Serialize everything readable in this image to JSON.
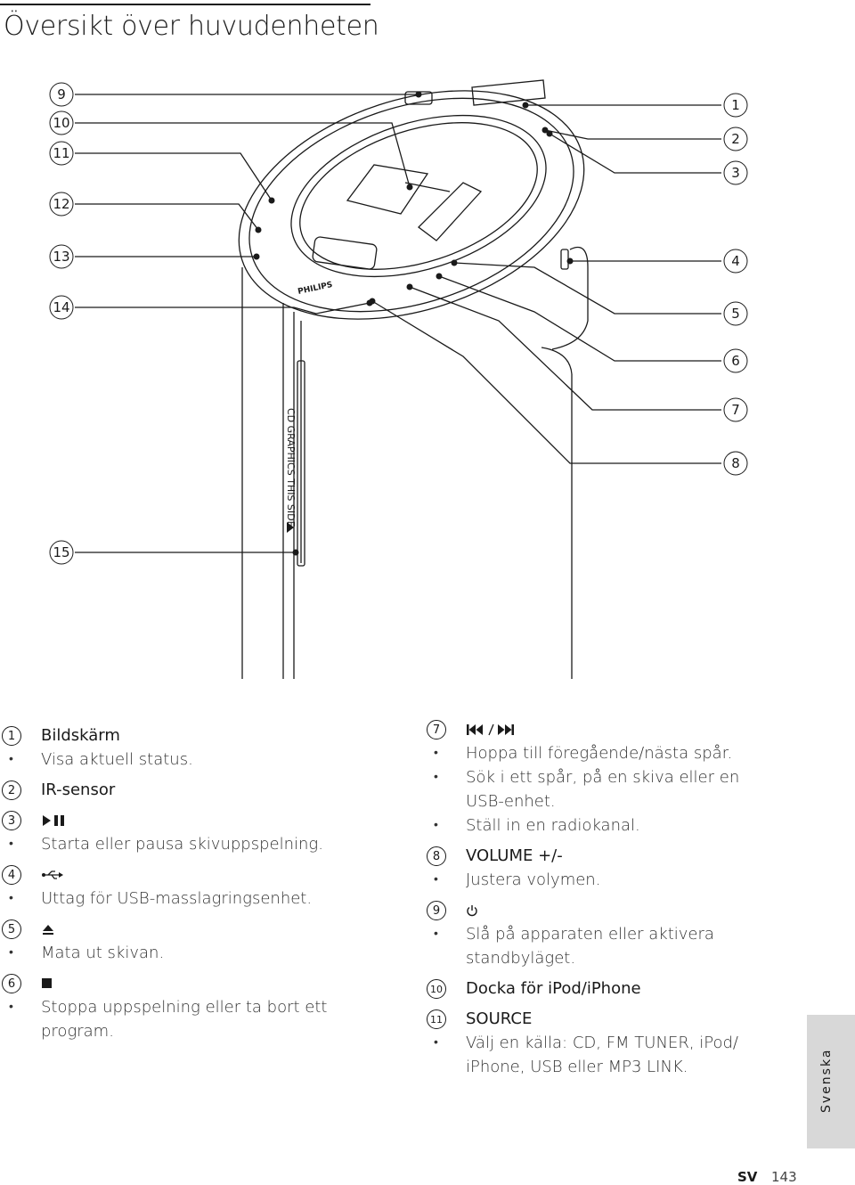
{
  "title": "Översikt över huvudenheten",
  "callouts_right": [
    "1",
    "2",
    "3",
    "4",
    "5",
    "6",
    "7",
    "8"
  ],
  "callouts_left": [
    "9",
    "10",
    "11",
    "12",
    "13",
    "14",
    "15"
  ],
  "device_label": "CD GRAPHICS THIS SIDE",
  "brand": "PHILIPS",
  "left_column": [
    {
      "num": "1",
      "head": "Bildskärm",
      "bullets": [
        "Visa aktuell status."
      ]
    },
    {
      "num": "2",
      "head": "IR-sensor",
      "bullets": []
    },
    {
      "num": "3",
      "icon": "play-pause-icon",
      "bullets": [
        "Starta eller pausa skivuppspelning."
      ]
    },
    {
      "num": "4",
      "icon": "usb-icon",
      "bullets": [
        "Uttag för USB-masslagringsenhet."
      ]
    },
    {
      "num": "5",
      "icon": "eject-icon",
      "bullets": [
        "Mata ut skivan."
      ]
    },
    {
      "num": "6",
      "icon": "stop-icon",
      "bullets": [
        "Stoppa uppspelning eller ta bort ett",
        "program."
      ]
    }
  ],
  "right_column": [
    {
      "num": "7",
      "icon": "prev-next-icon",
      "bullets": [
        "Hoppa till föregående/nästa spår.",
        "Sök i ett spår, på en skiva eller en",
        "USB-enhet.",
        "Ställ in en radiokanal."
      ]
    },
    {
      "num": "8",
      "head": "VOLUME +/-",
      "bullets": [
        "Justera volymen."
      ]
    },
    {
      "num": "9",
      "icon": "power-icon",
      "bullets": [
        "Slå på apparaten eller aktivera",
        "standbyläget."
      ]
    },
    {
      "num": "10",
      "head": "Docka för iPod/iPhone",
      "bullets": []
    },
    {
      "num": "11",
      "head": "SOURCE",
      "bullets": [
        "Välj en källa: CD, FM TUNER, iPod/",
        "iPhone, USB eller MP3 LINK."
      ]
    }
  ],
  "side_tab": "Svenska",
  "footer": {
    "lang": "SV",
    "page": "143"
  }
}
